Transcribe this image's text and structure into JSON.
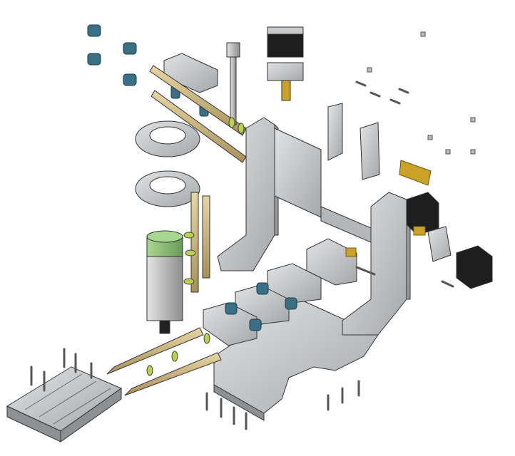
{
  "colors": {
    "background": "#ffffff",
    "aluminum": "#c8cacc",
    "aluminum_dark": "#9a9da0",
    "brass_rod": "#c9b27a",
    "bushing_blue": "#3a6f85",
    "spindle_green": "#8fc47a",
    "motor_black": "#1e1e1e",
    "washer_yellow_green": "#b8d24a",
    "gold_plate": "#c9a227"
  },
  "parts": [
    "frame",
    "gantry-plate",
    "z-axis-carriage",
    "spindle",
    "stepper-motor",
    "lead-screw",
    "guide-rod",
    "linear-bushing",
    "bed",
    "screw"
  ]
}
